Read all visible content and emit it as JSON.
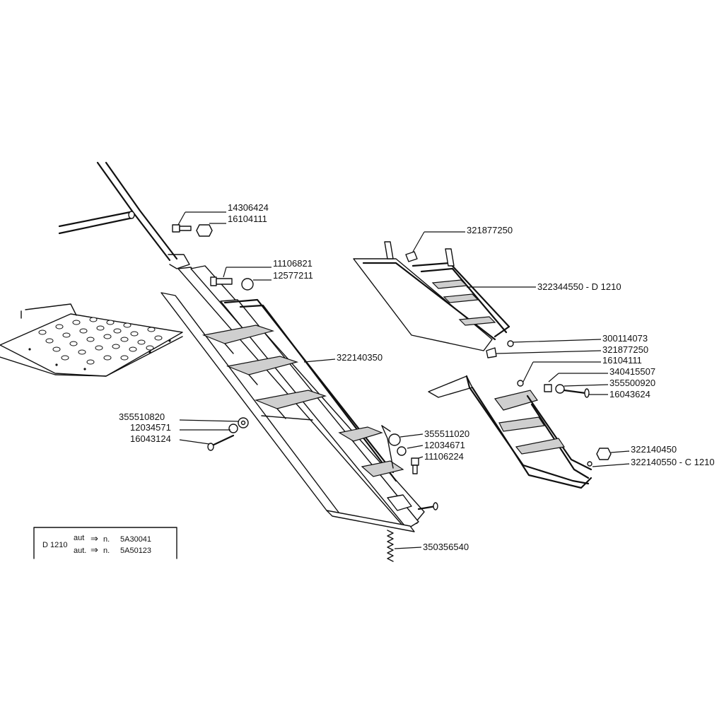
{
  "part_labels": [
    {
      "id": "p1",
      "text": "14306424"
    },
    {
      "id": "p2",
      "text": "16104111"
    },
    {
      "id": "p3",
      "text": "11106821"
    },
    {
      "id": "p4",
      "text": "12577211"
    },
    {
      "id": "p5",
      "text": "321877250"
    },
    {
      "id": "p6",
      "text": "322344550 - D 1210"
    },
    {
      "id": "p7",
      "text": "322140350"
    },
    {
      "id": "p8",
      "text": "300114073"
    },
    {
      "id": "p9",
      "text": "321877250"
    },
    {
      "id": "p10",
      "text": "16104111"
    },
    {
      "id": "p11",
      "text": "340415507"
    },
    {
      "id": "p12",
      "text": "355500920"
    },
    {
      "id": "p13",
      "text": "16043624"
    },
    {
      "id": "p14",
      "text": "355510820"
    },
    {
      "id": "p15",
      "text": "12034571"
    },
    {
      "id": "p16",
      "text": "16043124"
    },
    {
      "id": "p17",
      "text": "355511020"
    },
    {
      "id": "p18",
      "text": "12034671"
    },
    {
      "id": "p19",
      "text": "11106224"
    },
    {
      "id": "p20",
      "text": "322140450"
    },
    {
      "id": "p21",
      "text": "322140550 - C 1210"
    },
    {
      "id": "p22",
      "text": "350356540"
    }
  ],
  "note_box": {
    "model": "D 1210",
    "line1_prefix": "aut",
    "line1_arrow": "⇒",
    "line1_n": "n.",
    "line1_value": "5A30041",
    "line2_prefix": "aut.",
    "line2_arrow": "⇒",
    "line2_n": "n.",
    "line2_value": "5A50123"
  }
}
